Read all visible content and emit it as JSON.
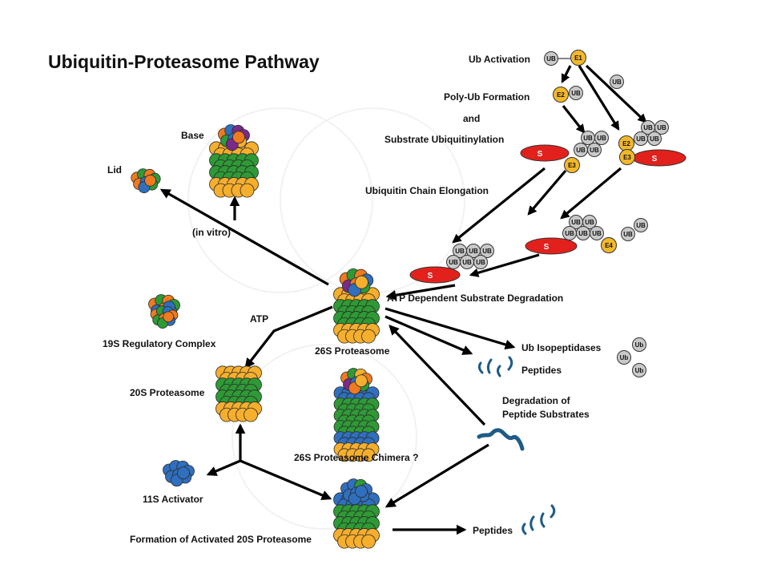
{
  "title": "Ubiquitin-Proteasome Pathway",
  "labels": {
    "base": "Base",
    "lid": "Lid",
    "in_vitro": "(in vitro)",
    "atp": "ATP",
    "regulatory_19s": "19S Regulatory Complex",
    "proteasome_20s": "20S Proteasome",
    "proteasome_26s": "26S Proteasome",
    "chimera_26s": "26S Proteasome Chimera ?",
    "activator_11s": "11S Activator",
    "activated_20s": "Formation of Activated 20S Proteasome",
    "peptides_bottom": "Peptides",
    "peptides_mid": "Peptides",
    "ub_isopeptidases": "Ub Isopeptidases",
    "degradation_line1": "Degradation of",
    "degradation_line2": "Peptide Substrates",
    "atp_dependent": "ATP Dependent Substrate Degradation",
    "ub_activation": "Ub Activation",
    "polyub": "Poly-Ub Formation",
    "and": "and",
    "substrate_ubiq": "Substrate Ubiquitinylation",
    "chain_elongation": "Ubiquitin Chain Elongation"
  },
  "molecule_tags": {
    "ub": "UB",
    "ub_mixed": "Ub",
    "e1": "E1",
    "e2": "E2",
    "e3": "E3",
    "e4": "E4",
    "substrate": "S"
  },
  "colors": {
    "orange": "#f07a1e",
    "yellow": "#f6ae2d",
    "green": "#2e9a35",
    "blue": "#2f6fbe",
    "purple": "#7a2a8a",
    "ub_gray": "#c9c9c9",
    "enzyme_yellow": "#f3b82a",
    "substrate_red": "#e2211c",
    "peptide_blue": "#1f5b86",
    "arrow": "#000000"
  }
}
